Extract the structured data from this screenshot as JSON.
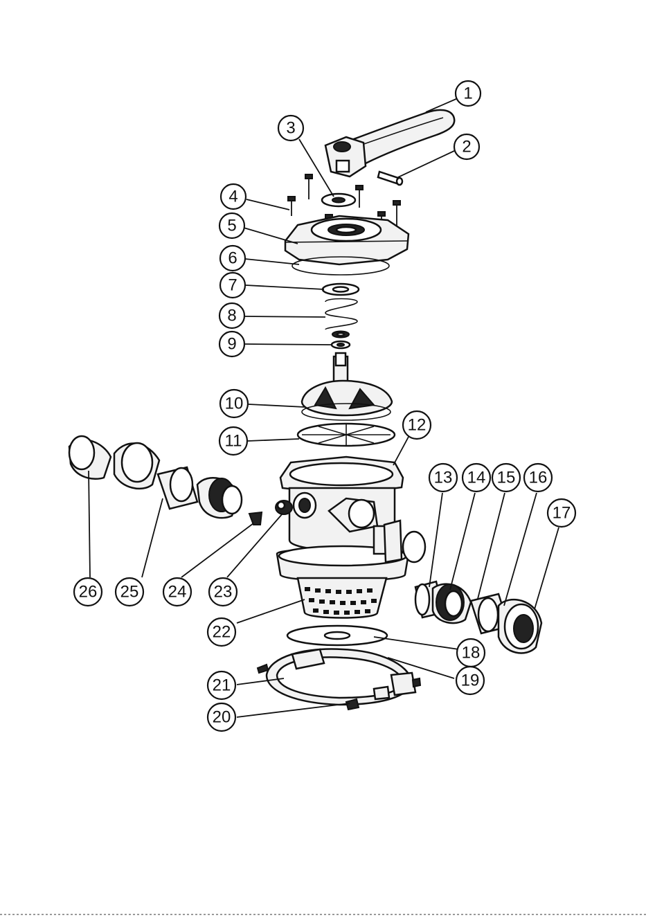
{
  "diagram": {
    "type": "exploded-parts-diagram",
    "colors": {
      "line": "#111111",
      "fill": "#f2f2f2",
      "background": "#ffffff"
    },
    "callouts": [
      {
        "num": "1"
      },
      {
        "num": "2"
      },
      {
        "num": "3"
      },
      {
        "num": "4"
      },
      {
        "num": "5"
      },
      {
        "num": "6"
      },
      {
        "num": "7"
      },
      {
        "num": "8"
      },
      {
        "num": "9"
      },
      {
        "num": "10"
      },
      {
        "num": "11"
      },
      {
        "num": "12"
      },
      {
        "num": "13"
      },
      {
        "num": "14"
      },
      {
        "num": "15"
      },
      {
        "num": "16"
      },
      {
        "num": "17"
      },
      {
        "num": "18"
      },
      {
        "num": "19"
      },
      {
        "num": "20"
      },
      {
        "num": "21"
      },
      {
        "num": "22"
      },
      {
        "num": "23"
      },
      {
        "num": "24"
      },
      {
        "num": "25"
      },
      {
        "num": "26"
      }
    ]
  }
}
